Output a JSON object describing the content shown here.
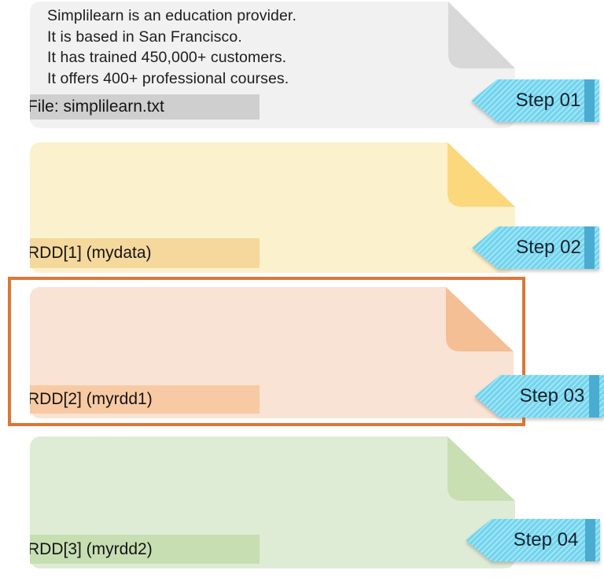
{
  "file_card": {
    "lines": [
      "Simplilearn is an education provider.",
      "It is based in San Francisco.",
      "It has trained 450,000+ customers.",
      "It offers 400+ professional courses."
    ],
    "label": "File: simplilearn.txt"
  },
  "rdd_cards": [
    {
      "label": "RDD[1] (mydata)"
    },
    {
      "label": "RDD[2] (myrdd1)",
      "highlighted": true
    },
    {
      "label": "RDD[3] (myrdd2)"
    }
  ],
  "steps": [
    "Step 01",
    "Step 02",
    "Step 03",
    "Step 04"
  ],
  "colors": {
    "file_body": "#f1f1f1",
    "file_fold": "#d8d8d8",
    "file_label_bg": "#cfcfcf",
    "rdd1_body": "#fcf1cd",
    "rdd1_fold": "#fbd87c",
    "rdd1_label_bg": "#f5d89c",
    "rdd2_body": "#f9e3d4",
    "rdd2_fold": "#f5bf95",
    "rdd2_label_bg": "#f8caa4",
    "rdd3_body": "#dfecd5",
    "rdd3_fold": "#c8dfb4",
    "rdd3_label_bg": "#c7deb3",
    "highlight_border": "#de7637",
    "ribbon_fill": "#72d4ee",
    "ribbon_stripe": "#a2e5f6",
    "ribbon_edge": "#4aacd0",
    "ribbon_text": "#17222e"
  }
}
